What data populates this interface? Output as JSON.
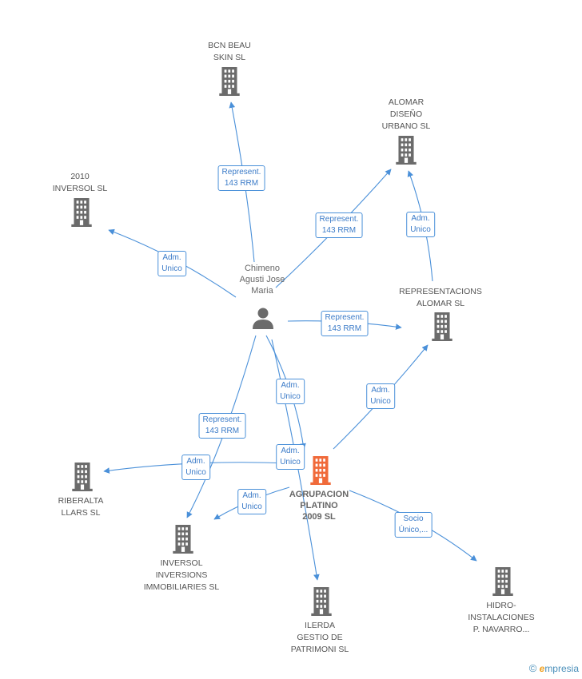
{
  "colors": {
    "edge": "#4a90d9",
    "building": "#6b6b6b",
    "main_building": "#f06a3a",
    "person": "#6b6b6b"
  },
  "nodes": [
    {
      "id": "bcn",
      "type": "company",
      "lines": [
        "BCN BEAU",
        "SKIN SL"
      ]
    },
    {
      "id": "alomar-diseno",
      "type": "company",
      "lines": [
        "ALOMAR",
        "DISEÑO",
        "URBANO SL"
      ]
    },
    {
      "id": "2010",
      "type": "company",
      "lines": [
        "2010",
        "INVERSOL  SL"
      ]
    },
    {
      "id": "chimeno",
      "type": "person",
      "lines": [
        "Chimeno",
        "Agusti Jose",
        "Maria"
      ]
    },
    {
      "id": "representaciones",
      "type": "company",
      "lines": [
        "REPRESENTACIONS",
        "ALOMAR SL"
      ]
    },
    {
      "id": "agrupacion",
      "type": "main",
      "lines": [
        "AGRUPACION",
        "PLATINO",
        "2009 SL"
      ]
    },
    {
      "id": "riberalta",
      "type": "company",
      "lines": [
        "RIBERALTA",
        "LLARS SL"
      ]
    },
    {
      "id": "inversol",
      "type": "company",
      "lines": [
        "INVERSOL",
        "INVERSIONS",
        "IMMOBILIARIES SL"
      ]
    },
    {
      "id": "ilerda",
      "type": "company",
      "lines": [
        "ILERDA",
        "GESTIO DE",
        "PATRIMONI SL"
      ]
    },
    {
      "id": "hidro",
      "type": "company",
      "lines": [
        "HIDRO-",
        "INSTALACIONES",
        "P.  NAVARRO..."
      ]
    }
  ],
  "edges": [
    {
      "from": "chimeno",
      "to": "bcn",
      "label": [
        "Represent.",
        "143 RRM"
      ]
    },
    {
      "from": "chimeno",
      "to": "alomar-diseno",
      "label": [
        "Represent.",
        "143 RRM"
      ]
    },
    {
      "from": "chimeno",
      "to": "2010",
      "label": [
        "Adm.",
        "Unico"
      ]
    },
    {
      "from": "representaciones",
      "to": "alomar-diseno",
      "label": [
        "Adm.",
        "Unico"
      ]
    },
    {
      "from": "chimeno",
      "to": "representaciones",
      "label": [
        "Represent.",
        "143 RRM"
      ]
    },
    {
      "from": "chimeno",
      "to": "agrupacion",
      "label": [
        "Adm.",
        "Unico"
      ]
    },
    {
      "from": "agrupacion",
      "to": "representaciones",
      "label": [
        "Adm.",
        "Unico"
      ]
    },
    {
      "from": "chimeno",
      "to": "inversol",
      "label": [
        "Represent.",
        "143 RRM"
      ]
    },
    {
      "from": "agrupacion",
      "to": "riberalta",
      "label": [
        "Adm.",
        "Unico"
      ]
    },
    {
      "from": "chimeno",
      "to": "ilerda",
      "label": [
        "Adm.",
        "Unico"
      ]
    },
    {
      "from": "agrupacion",
      "to": "inversol",
      "label": [
        "Adm.",
        "Unico"
      ]
    },
    {
      "from": "agrupacion",
      "to": "hidro",
      "label": [
        "Socio",
        "Único,..."
      ]
    }
  ],
  "copyright": {
    "symbol": "©",
    "brand_first": "e",
    "brand_rest": "mpresia"
  }
}
